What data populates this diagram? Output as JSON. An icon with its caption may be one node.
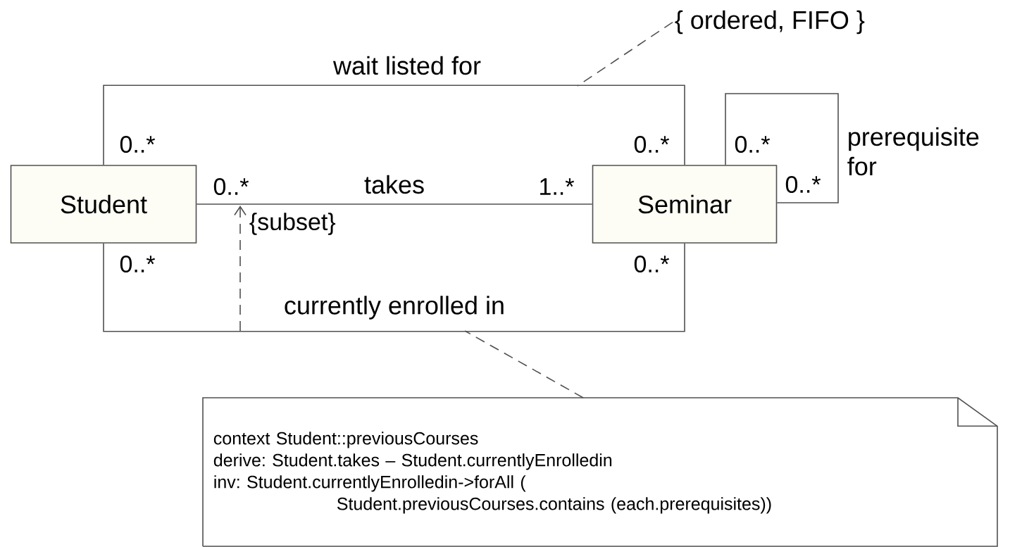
{
  "diagram": {
    "nodes": [
      {
        "text": [
          "Student"
        ]
      },
      {
        "text": [
          "Seminar"
        ]
      },
      {
        "text": [
          "{ ordered, FIFO }"
        ]
      },
      {
        "text": [
          "context Student::previousCourses",
          "derive: Student.takes – Student.currentlyEnrolledin",
          "inv: Student.currentlyEnrolledin->forAll (",
          "Student.previousCourses.contains (each.prerequisites))"
        ]
      }
    ],
    "edges": [
      {
        "from": 0,
        "to": 1,
        "arrow": "none",
        "label": "takes"
      },
      {
        "from": 0,
        "to": 1,
        "arrow": "none",
        "label": "wait listed for"
      },
      {
        "from": 0,
        "to": 1,
        "arrow": "none",
        "label": "currently enrolled in"
      },
      {
        "from": 1,
        "to": 1,
        "arrow": "none",
        "label": "prerequisite for"
      },
      {
        "from": 2,
        "to": null,
        "arrow": "none",
        "style": "dashed"
      },
      {
        "from": 3,
        "to": null,
        "arrow": "none",
        "style": "dashed"
      }
    ],
    "labels": [
      "0..*",
      "0..*",
      "0..*",
      "0..*",
      "1..*",
      "0..*",
      "{subset}",
      "0..*",
      "0..*"
    ]
  }
}
